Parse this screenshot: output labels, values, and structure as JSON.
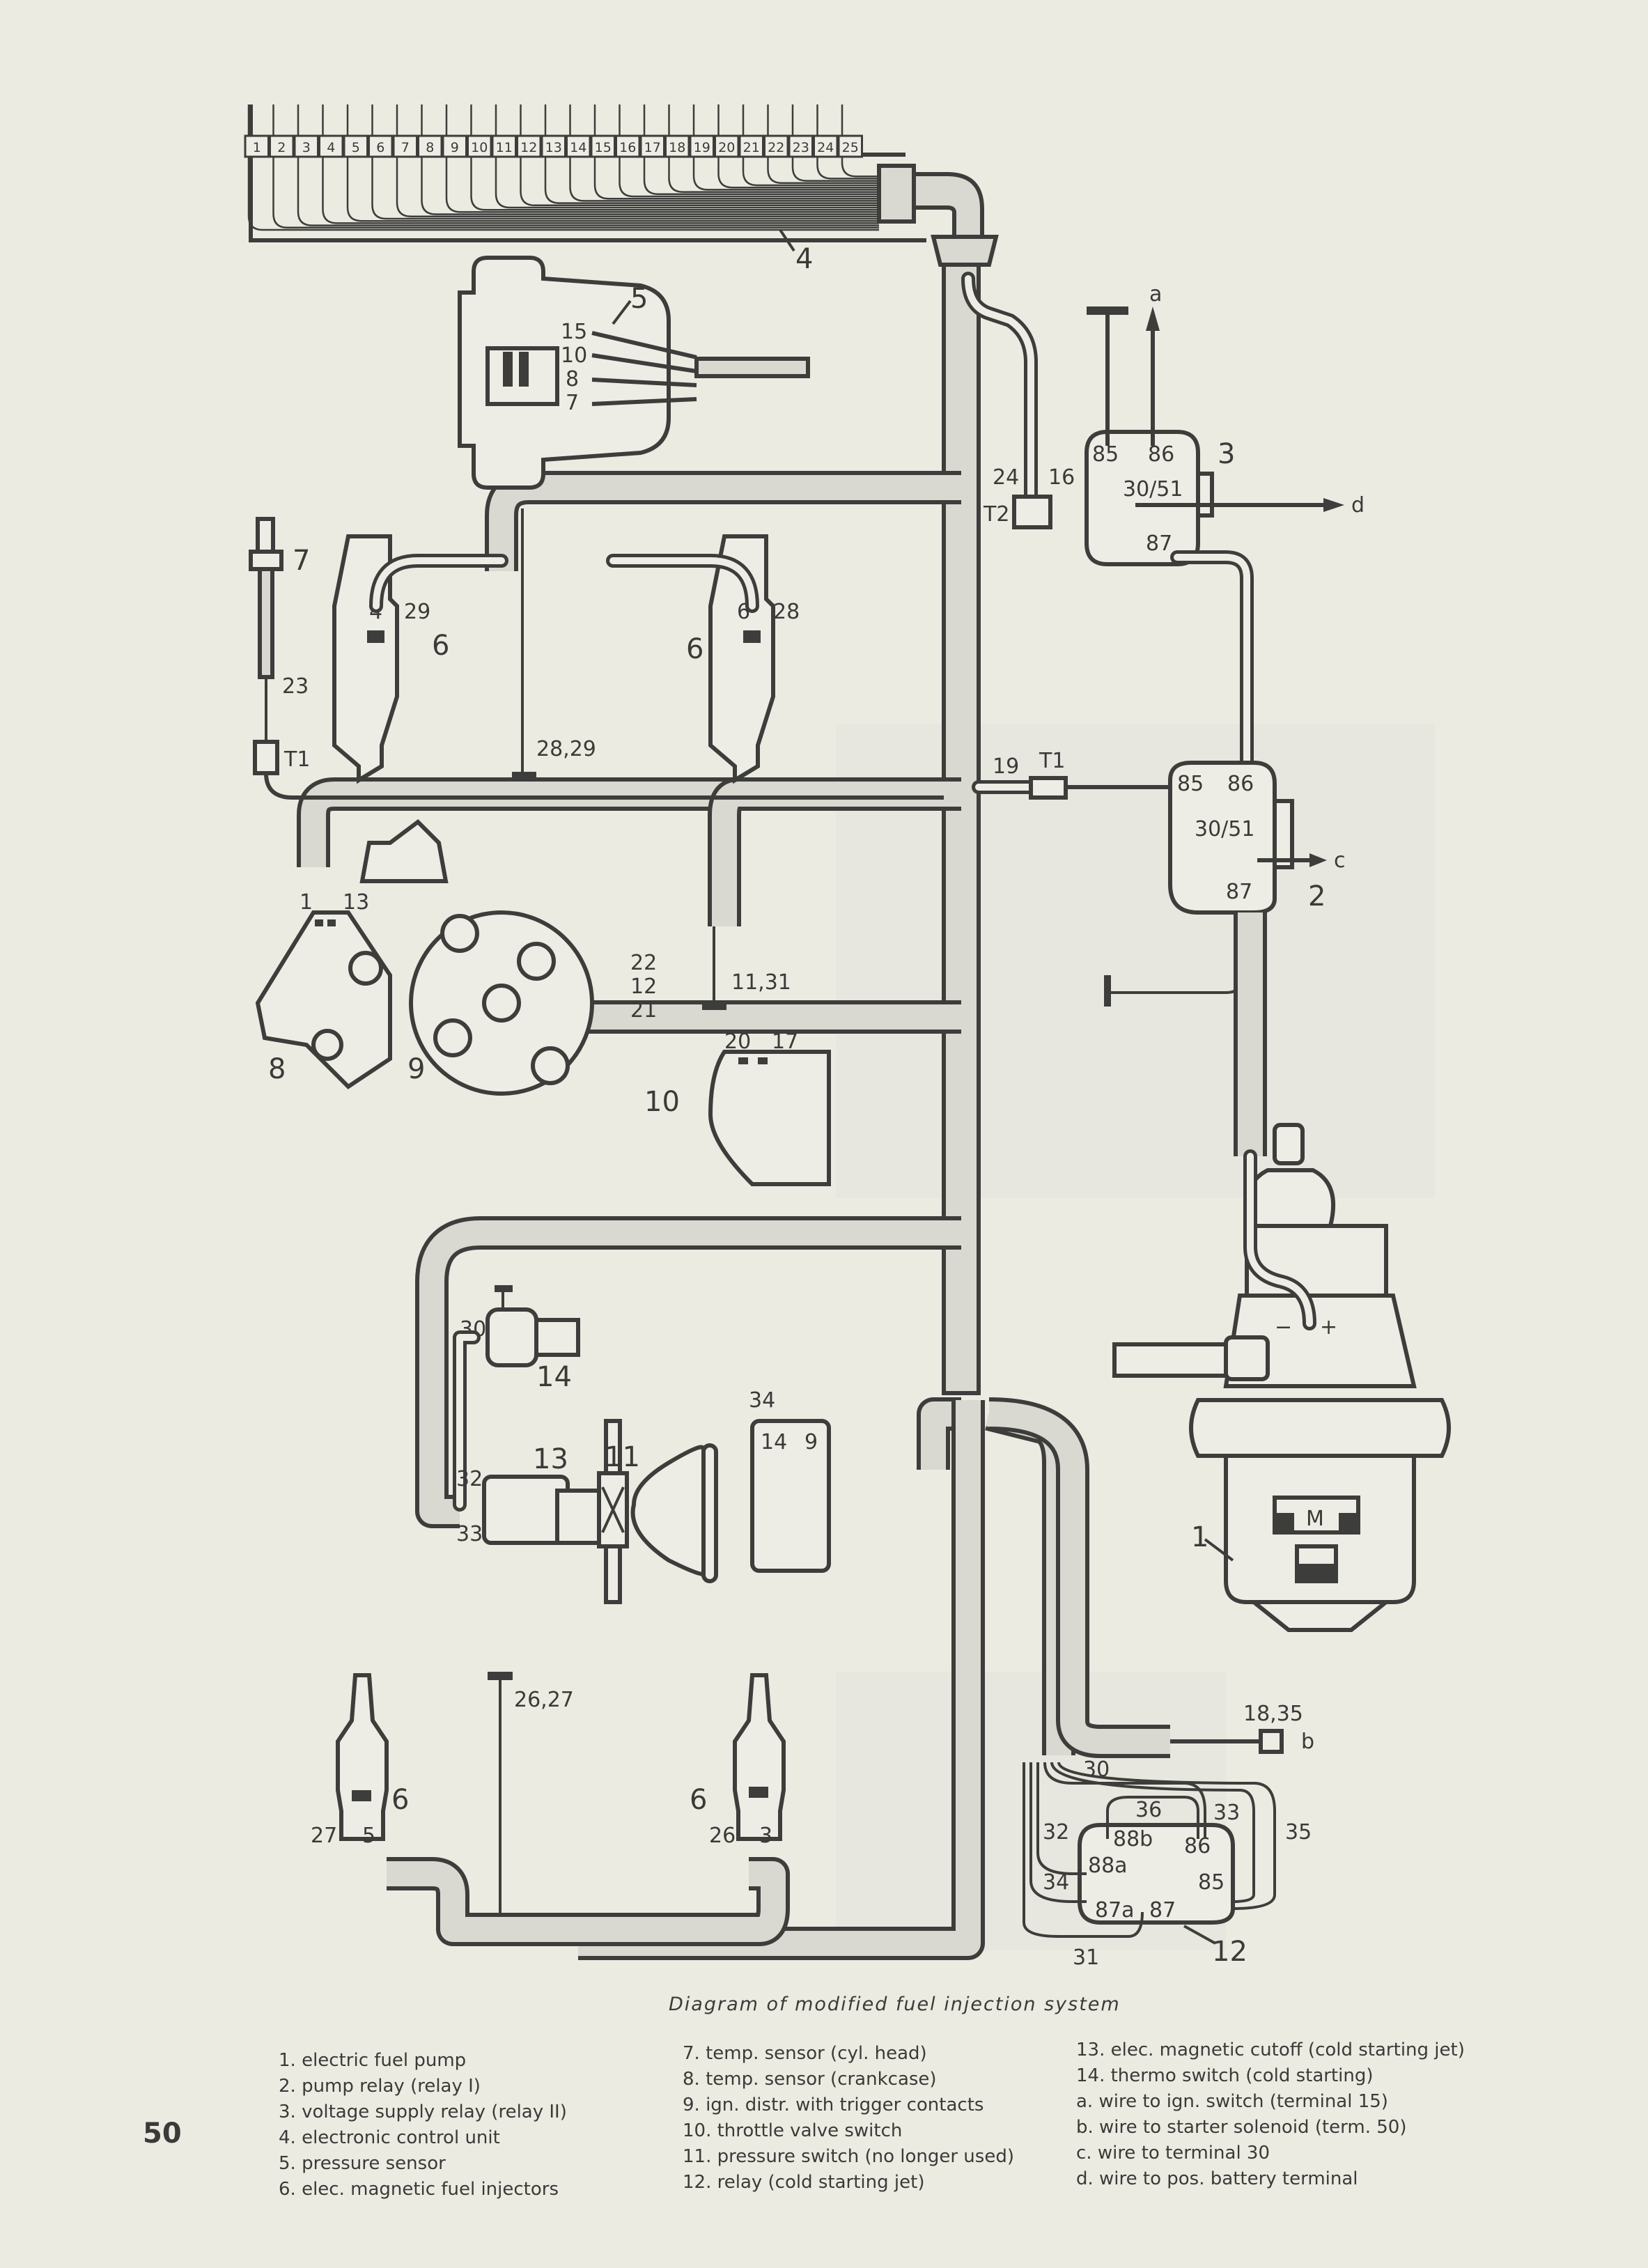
{
  "page": {
    "number": "50",
    "caption": "Diagram of modified fuel injection system"
  },
  "control_unit": {
    "ref": "4",
    "terminals": [
      "1",
      "2",
      "3",
      "4",
      "5",
      "6",
      "7",
      "8",
      "9",
      "10",
      "11",
      "12",
      "13",
      "14",
      "15",
      "16",
      "17",
      "18",
      "19",
      "20",
      "21",
      "22",
      "23",
      "24",
      "25"
    ]
  },
  "pressure_sensor": {
    "ref": "5",
    "pins": [
      "15",
      "10",
      "8",
      "7"
    ]
  },
  "injectors_front": [
    {
      "ref": "6",
      "pins": [
        "4",
        "29"
      ]
    },
    {
      "ref": "6",
      "pins": [
        "6",
        "28"
      ]
    }
  ],
  "injectors_rear": [
    {
      "ref": "6",
      "pins": [
        "27",
        "5"
      ]
    },
    {
      "ref": "6",
      "pins": [
        "26",
        "3"
      ]
    }
  ],
  "ground_labels": {
    "front": "28,29",
    "rear": "26,27",
    "dist": "11,31"
  },
  "temp_sensor_head": {
    "ref": "7",
    "wire": "23",
    "connector": "T1"
  },
  "temp_sensor_crankcase": {
    "ref": "8",
    "pins": [
      "1",
      "13"
    ]
  },
  "distributor": {
    "ref": "9",
    "pins": [
      "22",
      "12",
      "21"
    ]
  },
  "throttle_switch": {
    "ref": "10",
    "pins": [
      "20",
      "17"
    ]
  },
  "pressure_switch": {
    "ref": "11",
    "pins": [
      "14",
      "9"
    ],
    "wire": "34"
  },
  "cold_start_cutoff": {
    "ref": "13",
    "pins": [
      "32",
      "33"
    ]
  },
  "thermo_switch": {
    "ref": "14",
    "pin": "30"
  },
  "relay_supply": {
    "ref": "3",
    "connector": "T2",
    "wires": [
      "24",
      "16"
    ],
    "terminals": [
      "85",
      "86",
      "30/51",
      "87"
    ],
    "arrows": [
      "a",
      "d"
    ]
  },
  "relay_pump": {
    "ref": "2",
    "wire": "19",
    "connector": "T1",
    "terminals": [
      "85",
      "86",
      "30/51",
      "87"
    ],
    "arrows": [
      "c"
    ]
  },
  "fuel_pump": {
    "ref": "1",
    "minus": "−",
    "plus": "+",
    "motor": "M"
  },
  "starter_wire": {
    "label": "18,35",
    "arrow": "b"
  },
  "relay_cold_start": {
    "ref": "12",
    "wires": [
      "30",
      "36",
      "33",
      "35",
      "32",
      "34",
      "31"
    ],
    "terminals": [
      "88b",
      "88a",
      "87a",
      "87",
      "86",
      "85"
    ]
  },
  "legend": {
    "col1": [
      "1. electric fuel pump",
      "2. pump relay (relay I)",
      "3. voltage supply relay (relay II)",
      "4. electronic control unit",
      "5. pressure sensor",
      "6. elec. magnetic fuel injectors"
    ],
    "col2": [
      "7. temp. sensor (cyl. head)",
      "8. temp. sensor (crankcase)",
      "9. ign. distr. with trigger contacts",
      "10. throttle valve switch",
      "11. pressure switch (no longer used)",
      "12. relay (cold starting jet)"
    ],
    "col3": [
      "13. elec. magnetic cutoff (cold starting jet)",
      "14. thermo switch (cold starting)",
      "a. wire to ign. switch (terminal 15)",
      "b. wire to starter solenoid (term. 50)",
      "c. wire to terminal 30",
      "d. wire to pos. battery terminal"
    ]
  },
  "colors": {
    "paper": "#ecebe2",
    "ink": "#3d3d3b",
    "harness": "#d9d9d2"
  }
}
